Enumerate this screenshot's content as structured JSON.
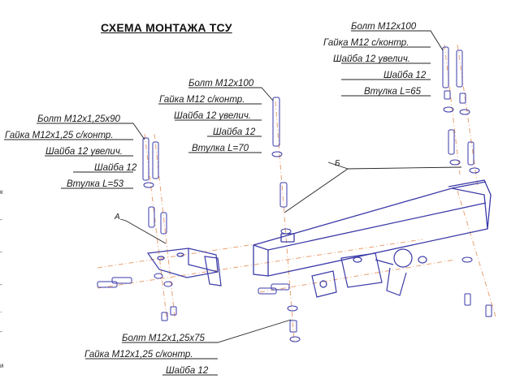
{
  "title": "СХЕМА МОНТАЖА ТСУ",
  "callouts": {
    "top_right": [
      "Болт M12x100",
      "Гайка M12 с/контр.",
      "Шайба 12 увелич.",
      "Шайба 12",
      "Втулка L=65"
    ],
    "middle": [
      "Болт M12x100",
      "Гайка M12 с/контр.",
      "Шайба 12 увелич.",
      "Шайба 12",
      "Втулка L=70"
    ],
    "left": [
      "Болт M12x1,25x90",
      "Гайка M12x1,25 с/контр.",
      "Шайба 12 увелич.",
      "Шайба 12",
      "Втулка L=53"
    ],
    "bottom": [
      "Болт M12x1,25x75",
      "Гайка M12x1,25 с/контр.",
      "Шайба 12"
    ]
  },
  "markers": {
    "a": "А",
    "b": "Б"
  },
  "edge_marks": [
    "к",
    "-",
    "-",
    "-",
    ".",
    "-",
    "и"
  ],
  "colors": {
    "line": "#3a3aa8",
    "leader": "#222222",
    "axis": "#e8a070"
  }
}
